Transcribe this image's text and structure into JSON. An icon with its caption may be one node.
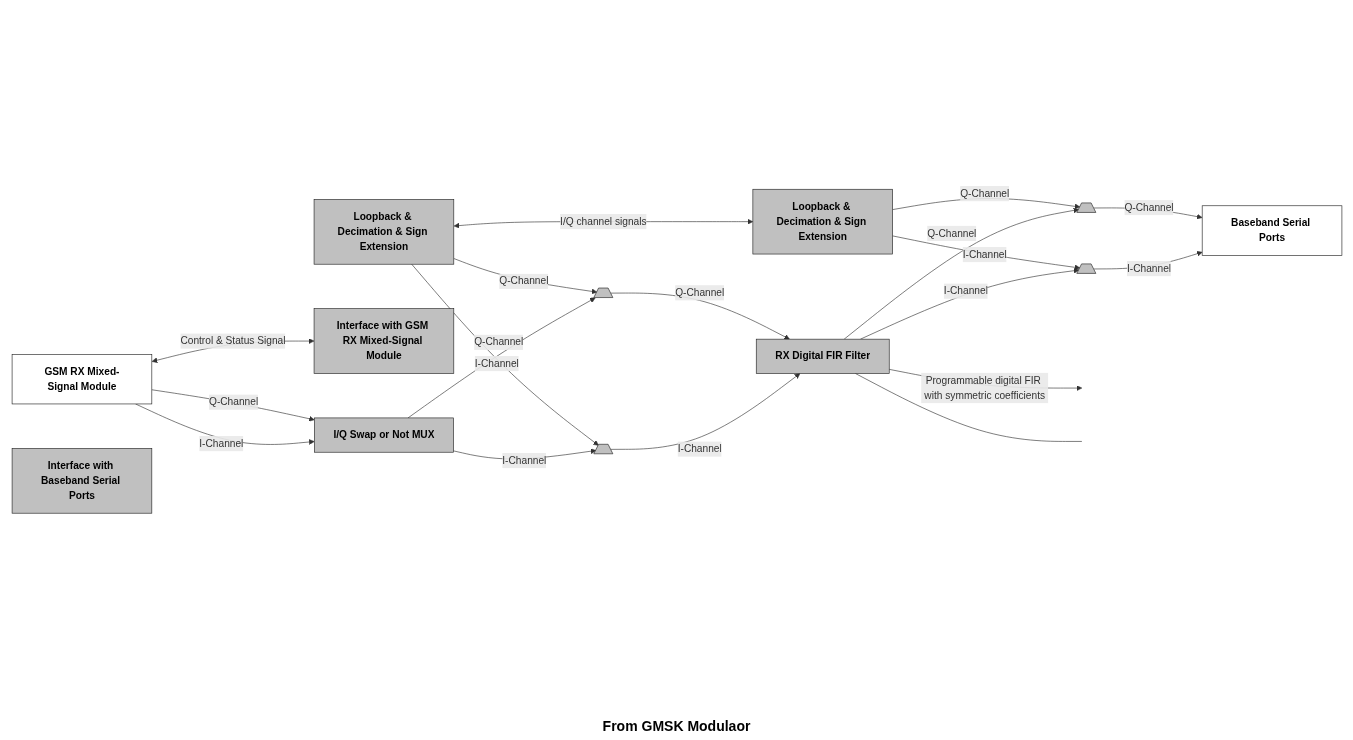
{
  "diagram": {
    "nodes": [
      {
        "text": [
          "GSM RX Mixed-Signal Module"
        ]
      },
      {
        "text": [
          "I/Q Swap or Not MUX"
        ]
      },
      {
        "text": [
          "Interface with GSM RX Mixed-Signal Module"
        ]
      },
      {
        "text": [],
        "shape": "trapezoid"
      },
      {
        "text": [],
        "shape": "trapezoid"
      },
      {
        "text": [
          "RX Digital FIR Filter"
        ]
      },
      {
        "text": [
          "Loopback & Decimation & Sign Extension"
        ]
      },
      {
        "text": [],
        "shape": "trapezoid"
      },
      {
        "text": [],
        "shape": "trapezoid"
      },
      {
        "text": [
          "Baseband Serial Ports"
        ]
      },
      {
        "text": [
          "Loopback & Decimation & Sign Extension"
        ]
      },
      {
        "text": [
          "Interface with Baseband Serial Ports"
        ]
      }
    ],
    "edges": [
      {
        "from": 0,
        "to": 1,
        "arrow": "to",
        "label": "I-Channel"
      },
      {
        "from": 0,
        "to": 1,
        "arrow": "to",
        "label": "Q-Channel"
      },
      {
        "from": 0,
        "to": 2,
        "arrow": "both",
        "label": "Control & Status Signal"
      },
      {
        "from": 1,
        "to": 3,
        "arrow": "to",
        "label": "I-Channel"
      },
      {
        "from": 6,
        "to": 3,
        "arrow": "to",
        "label": "I-Channel"
      },
      {
        "from": 1,
        "to": 4,
        "arrow": "to",
        "label": "Q-Channel"
      },
      {
        "from": 6,
        "to": 4,
        "arrow": "to",
        "label": "Q-Channel"
      },
      {
        "from": 3,
        "to": 5,
        "arrow": "to",
        "label": "I-Channel"
      },
      {
        "from": 4,
        "to": 5,
        "arrow": "to",
        "label": "Q-Channel"
      },
      {
        "from": 5,
        "to": 7,
        "arrow": "to",
        "label": "I-Channel"
      },
      {
        "from": 10,
        "to": 7,
        "arrow": "to",
        "label": "I-Channel"
      },
      {
        "from": 5,
        "to": 8,
        "arrow": "to",
        "label": "Q-Channel"
      },
      {
        "from": 10,
        "to": 8,
        "arrow": "to",
        "label": "Q-Channel"
      },
      {
        "from": 7,
        "to": 9,
        "arrow": "to",
        "label": "I-Channel"
      },
      {
        "from": 8,
        "to": 9,
        "arrow": "to",
        "label": "Q-Channel"
      },
      {
        "from": 6,
        "to": 10,
        "arrow": "both",
        "label": "I/Q channel signals"
      },
      {
        "from": 5,
        "to": null,
        "arrow": "to",
        "label": "Programmable digital FIR with symmetric coefficients"
      },
      {
        "from": 5,
        "to": null,
        "arrow": "none"
      }
    ],
    "labels": [
      "From GMSK Modulaor"
    ]
  }
}
